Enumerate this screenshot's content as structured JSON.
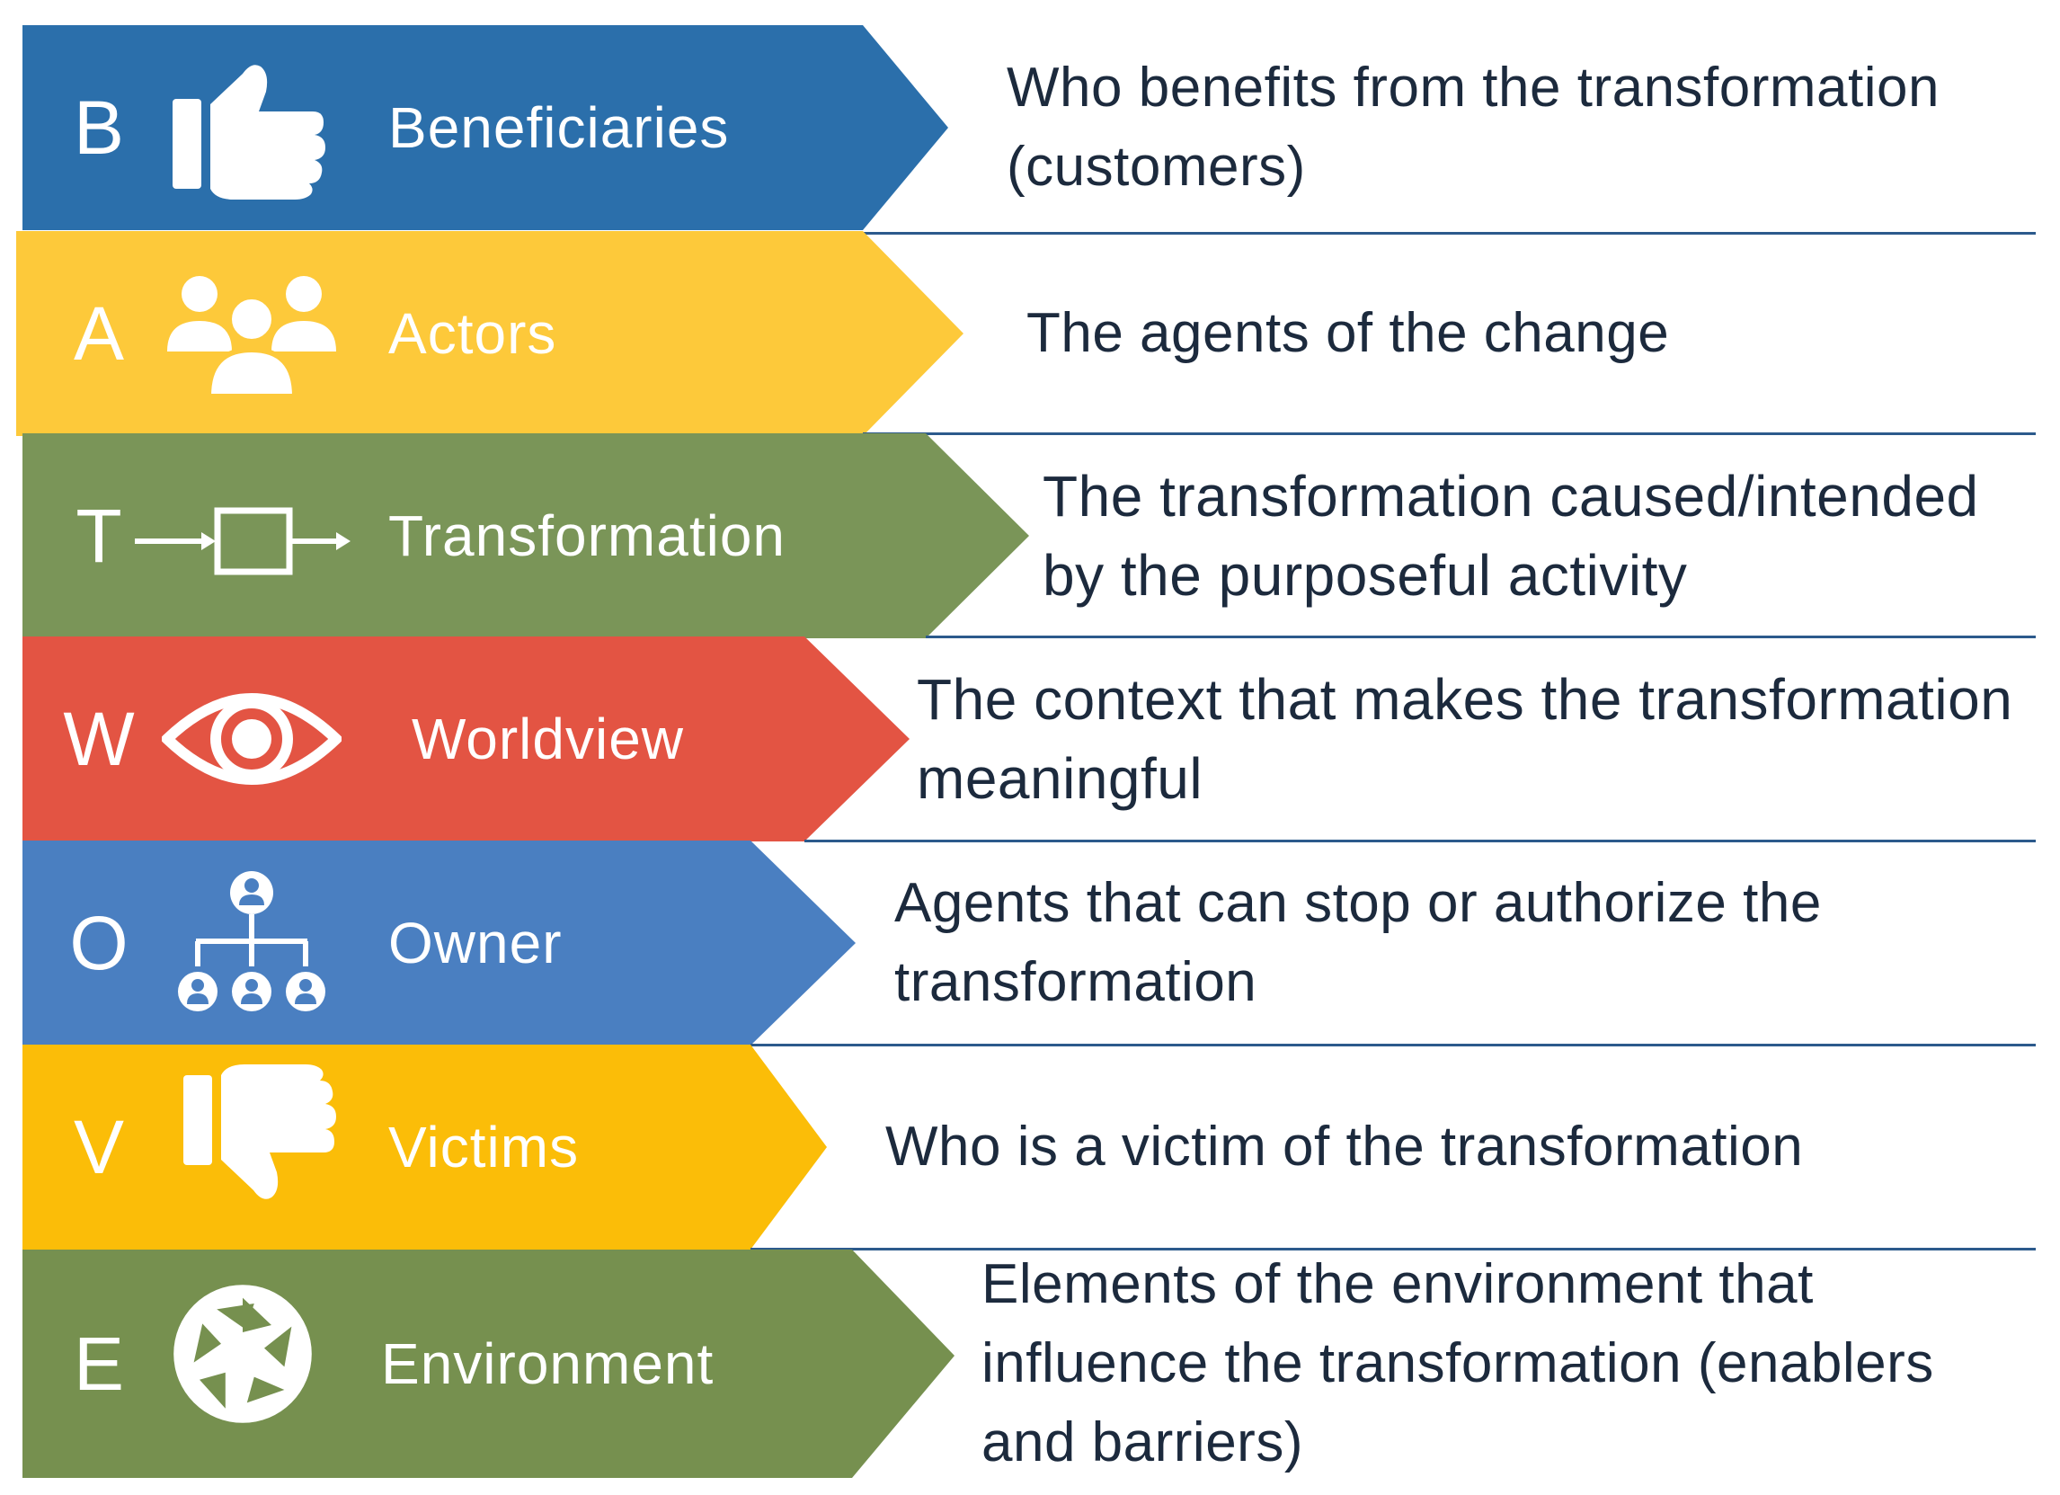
{
  "colors": {
    "blue": "#2b6fab",
    "yellow_light": "#fdc93a",
    "green": "#7a9558",
    "red": "#e35443",
    "blue_mid": "#4a7fc1",
    "yellow": "#fbbd08",
    "green_dark": "#76904f",
    "text": "#1c2a3d",
    "separator": "#2c5a8c"
  },
  "rows": [
    {
      "letter": "B",
      "label": "Beneficiaries",
      "icon": "thumbs-up-icon",
      "description": "Who benefits from the transformation (customers)"
    },
    {
      "letter": "A",
      "label": "Actors",
      "icon": "people-group-icon",
      "description": "The agents of the change"
    },
    {
      "letter": "T",
      "label": "Transformation",
      "icon": "process-box-icon",
      "description": "The transformation caused/intended by the purposeful activity"
    },
    {
      "letter": "W",
      "label": "Worldview",
      "icon": "eye-icon",
      "description": "The context that makes the transformation meaningful"
    },
    {
      "letter": "O",
      "label": "Owner",
      "icon": "org-chart-icon",
      "description": "Agents that can stop or authorize the transformation"
    },
    {
      "letter": "V",
      "label": "Victims",
      "icon": "thumbs-down-icon",
      "description": "Who is a victim of the transformation"
    },
    {
      "letter": "E",
      "label": "Environment",
      "icon": "aperture-icon",
      "description": "Elements of the environment that influence the transformation (enablers and barriers)"
    }
  ]
}
